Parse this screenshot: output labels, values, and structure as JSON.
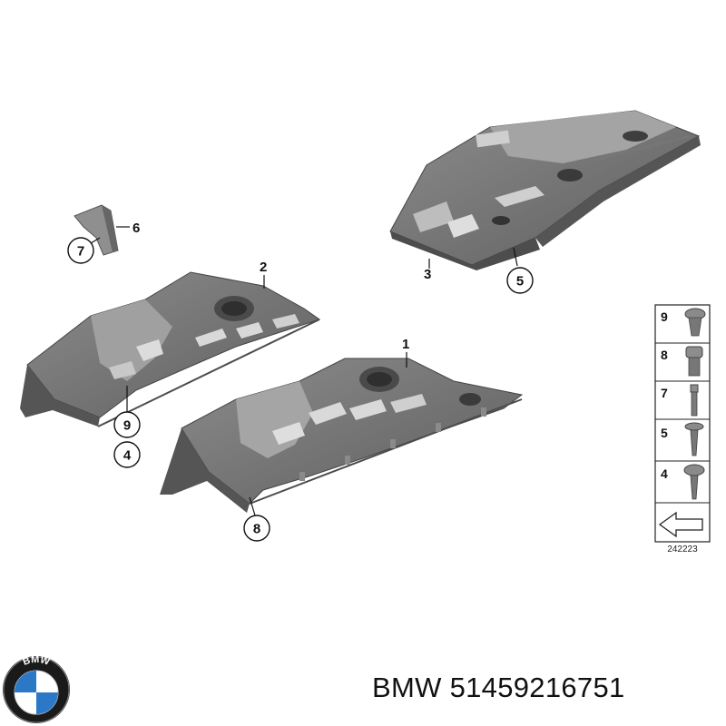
{
  "callouts": {
    "c1": "1",
    "c2": "2",
    "c3": "3",
    "c4": "4",
    "c5": "5",
    "c6": "6",
    "c7": "7",
    "c8": "8",
    "c9": "9"
  },
  "legend": {
    "rows": [
      "9",
      "8",
      "7",
      "5",
      "4"
    ],
    "code": "242223"
  },
  "brand": {
    "logo_letters": "BMW",
    "name": "BMW",
    "part_number": "51459216751"
  },
  "colors": {
    "part_fill": "#6f6f6f",
    "part_light": "#9a9a9a",
    "part_dark": "#4a4a4a",
    "logo_blue": "#2b78c7"
  }
}
